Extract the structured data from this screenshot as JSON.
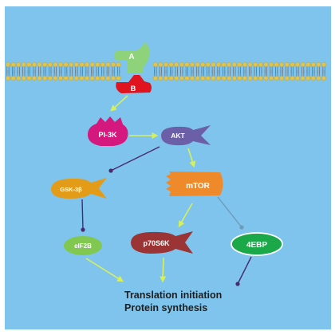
{
  "colors": {
    "background": "#7fc4ec",
    "membrane_head": "#e0c450",
    "membrane_tail": "#6a7d8a",
    "arrow_activate": "#d7f05a",
    "arrow_inhibit": "#4a2a6e",
    "receptor_a": "#8ed27a",
    "receptor_b": "#e0141e",
    "pi3k": "#d4187e",
    "akt": "#6b5fa8",
    "gsk3b": "#e39c18",
    "mtor": "#ef8a2a",
    "eif2b": "#80c850",
    "p70s6k": "#9b3434",
    "ebp4": "#1aa848",
    "output_text": "#1e1e1e"
  },
  "nodes": {
    "receptor_a": "A",
    "receptor_b": "B",
    "pi3k": "PI-3K",
    "akt": "AKT",
    "gsk3b": "GSK-3β",
    "mtor": "mTOR",
    "eif2b": "eIF2B",
    "p70s6k": "p70S6K",
    "ebp4": "4EBP"
  },
  "output": {
    "line1": "Translation initiation",
    "line2": "Protein synthesis"
  }
}
